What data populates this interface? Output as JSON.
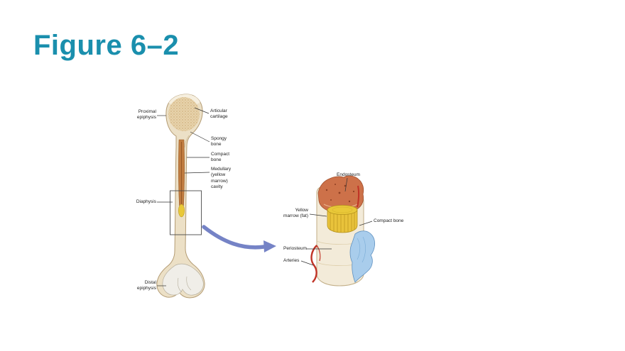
{
  "title": "Figure 6–2",
  "colors": {
    "title": "#1a8fad",
    "arrow": "#7583c6",
    "bone_cream": "#ece0c6",
    "spongy_orange": "#cd7149",
    "yellow_marrow": "#e9c838",
    "artery_red": "#c03326",
    "periosteum_blue": "#a9cdec"
  },
  "bone_diagram": {
    "left_labels": [
      {
        "id": "proximal-epiphysis",
        "text": "Proximal\nepiphysis"
      },
      {
        "id": "diaphysis",
        "text": "Diaphysis"
      },
      {
        "id": "distal-epiphysis",
        "text": "Distal\nepiphysis"
      }
    ],
    "right_labels": [
      {
        "id": "articular-cartilage",
        "text": "Articular\ncartilage"
      },
      {
        "id": "spongy-bone",
        "text": "Spongy\nbone"
      },
      {
        "id": "compact-bone",
        "text": "Compact\nbone"
      },
      {
        "id": "medullary-cavity",
        "text": "Medullary\n(yellow\nmarrow)\ncavity"
      }
    ]
  },
  "detail_diagram": {
    "labels": [
      {
        "id": "endosteum",
        "text": "Endosteum"
      },
      {
        "id": "yellow-marrow",
        "text": "Yellow\nmarrow (fat)"
      },
      {
        "id": "compact-bone-detail",
        "text": "Compact bone"
      },
      {
        "id": "periosteum",
        "text": "Periosteum"
      },
      {
        "id": "arteries",
        "text": "Arteries"
      }
    ]
  }
}
